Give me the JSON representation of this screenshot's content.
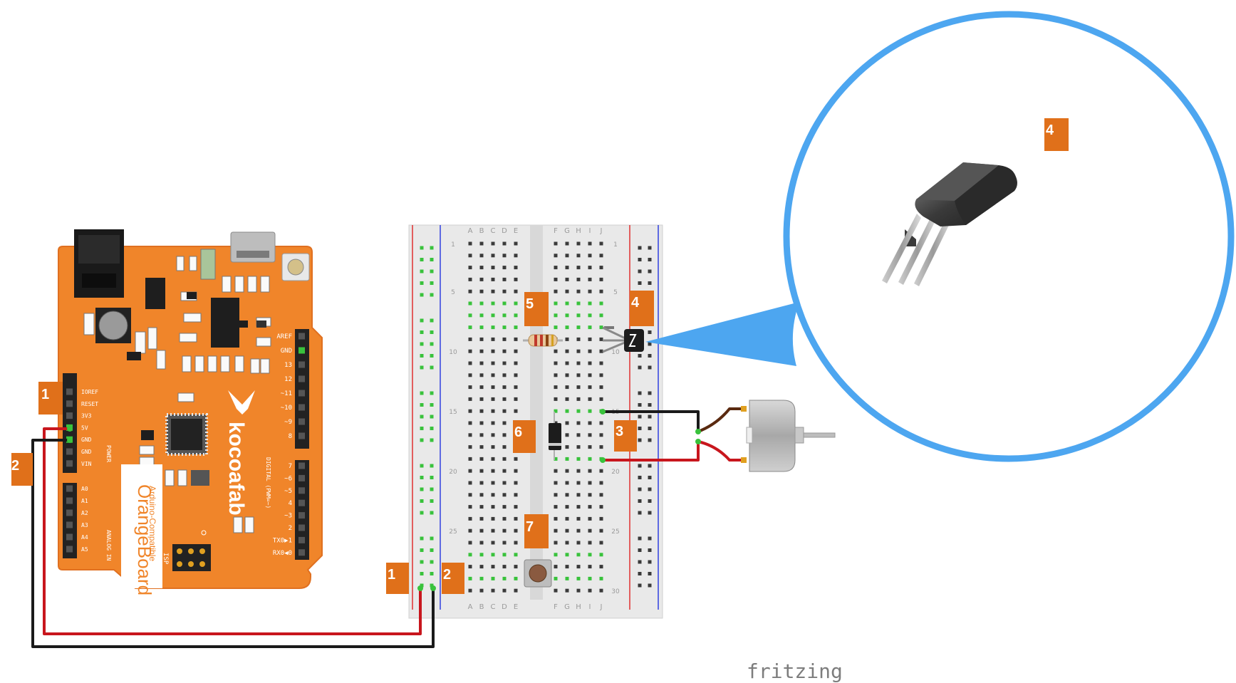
{
  "colors": {
    "board": "#f0852a",
    "board_edge": "#e07020",
    "badge": "#e0701a",
    "wire_red": "#c8161d",
    "wire_black": "#1a1a1a",
    "zoom_ring": "#4da6f0",
    "breadboard": "#e9e9e9",
    "rail_red": "#e03030",
    "rail_blue": "#3040e0",
    "active_hole": "#39c23c"
  },
  "board": {
    "brand": "kocoafab",
    "name": "OrangeBoard",
    "subtitle": "Arduino-Compatible",
    "power_header_label": "POWER",
    "analog_header_label": "ANALOG IN",
    "digital_header_label": "DIGITAL (PWM=~)",
    "isp_label": "ISP",
    "power_pins": [
      "IOREF",
      "RESET",
      "3V3",
      "5V",
      "GND",
      "GND",
      "VIN"
    ],
    "analog_pins": [
      "A0",
      "A1",
      "A2",
      "A3",
      "A4",
      "A5"
    ],
    "digital_top_pins": [
      "AREF",
      "GND",
      "13",
      "12",
      "~11",
      "~10",
      "~9",
      "8"
    ],
    "digital_bottom_pins": [
      "7",
      "~6",
      "~5",
      "4",
      "~3",
      "2",
      "TX0▶1",
      "RX0◀0"
    ]
  },
  "breadboard": {
    "columns_left": [
      "A",
      "B",
      "C",
      "D",
      "E"
    ],
    "columns_right": [
      "F",
      "G",
      "H",
      "I",
      "J"
    ],
    "row_numbers": [
      "1",
      "5",
      "10",
      "15",
      "20",
      "25",
      "30"
    ]
  },
  "badges": {
    "board_5v": "1",
    "board_gnd": "2",
    "bb_5v": "1",
    "bb_gnd": "2",
    "motor": "3",
    "transistor": "4",
    "resistor": "5",
    "diode": "6",
    "button": "7",
    "zoom": "4"
  },
  "watermark": "fritzing",
  "icons": [
    "transistor-icon",
    "motor-icon",
    "resistor-icon",
    "diode-icon",
    "pushbutton-icon",
    "usb-connector-icon",
    "dc-jack-icon"
  ]
}
